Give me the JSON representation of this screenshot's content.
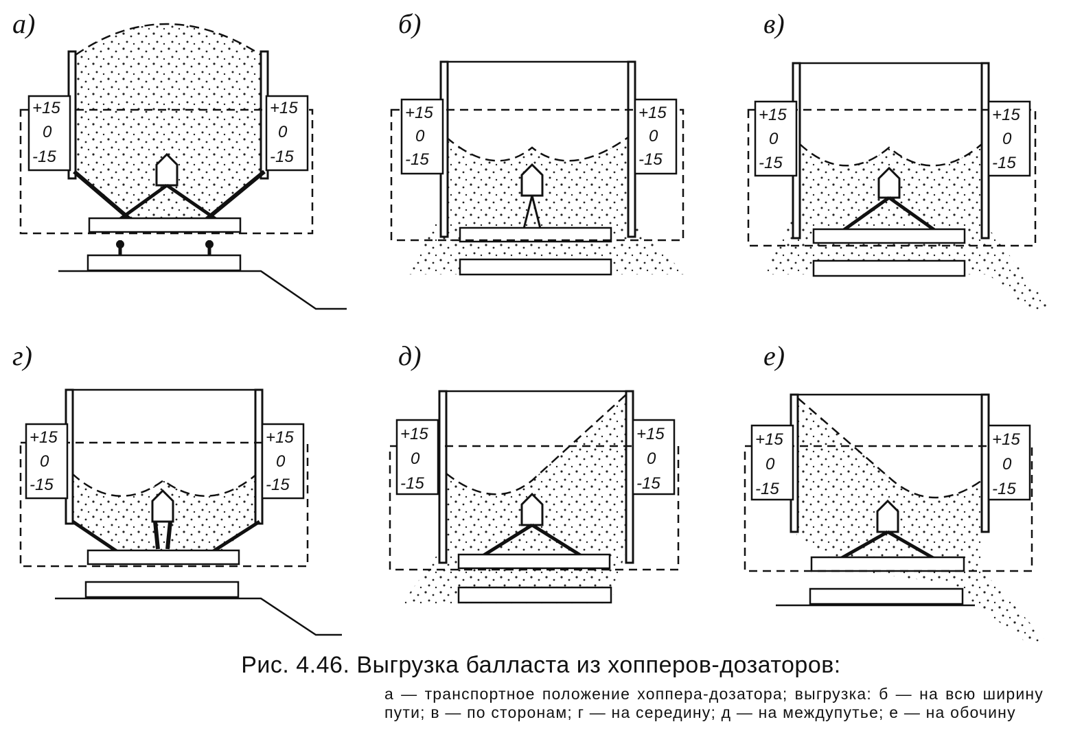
{
  "panels": [
    {
      "label": "а)",
      "fill": "full",
      "gate": "closed",
      "discharge": "none"
    },
    {
      "label": "б)",
      "fill": "bowl",
      "gate": "open",
      "discharge": "full-width"
    },
    {
      "label": "в)",
      "fill": "bowl",
      "gate": "closed",
      "discharge": "sides"
    },
    {
      "label": "г)",
      "fill": "bowl",
      "gate": "open",
      "discharge": "center"
    },
    {
      "label": "д)",
      "fill": "slant-right",
      "gate": "closed",
      "discharge": "between-tracks"
    },
    {
      "label": "е)",
      "fill": "slant-left",
      "gate": "closed",
      "discharge": "shoulder"
    }
  ],
  "scale": {
    "top": "+15",
    "mid": "0",
    "bottom": "-15"
  },
  "caption": {
    "title": "Рис. 4.46. Выгрузка балласта из хопперов-дозаторов:",
    "body": "а — транспортное положение хоппера-дозатора; выгрузка: б — на всю ширину пути; в — по сторонам; г — на середину; д — на междупутье; е — на обочину"
  }
}
